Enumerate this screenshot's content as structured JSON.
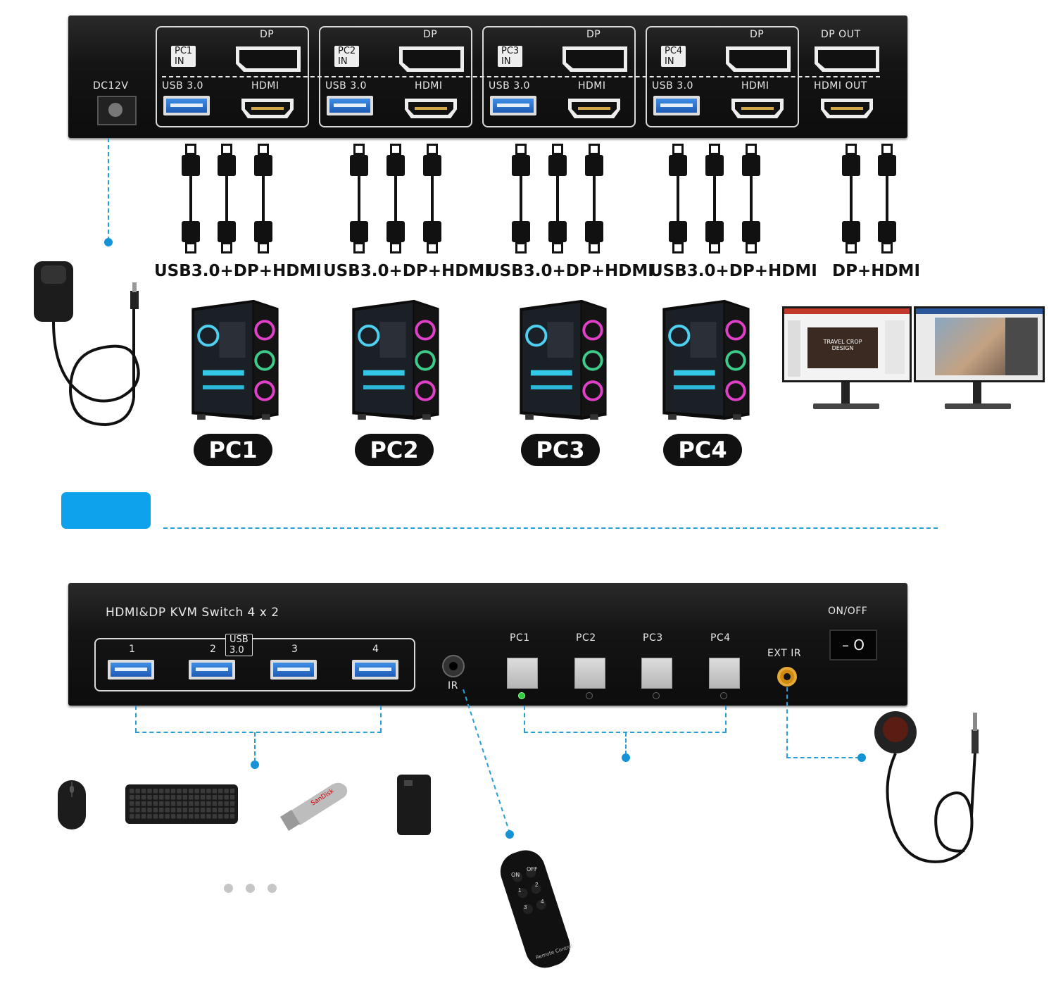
{
  "rear_panel": {
    "power_label": "DC12V",
    "groups": [
      {
        "in_label": "PC1 IN",
        "dp": "DP",
        "usb": "USB 3.0",
        "hdmi": "HDMI"
      },
      {
        "in_label": "PC2 IN",
        "dp": "DP",
        "usb": "USB 3.0",
        "hdmi": "HDMI"
      },
      {
        "in_label": "PC3 IN",
        "dp": "DP",
        "usb": "USB 3.0",
        "hdmi": "HDMI"
      },
      {
        "in_label": "PC4 IN",
        "dp": "DP",
        "usb": "USB 3.0",
        "hdmi": "HDMI"
      }
    ],
    "out": {
      "dp": "DP OUT",
      "hdmi": "HDMI OUT"
    }
  },
  "cable_captions": [
    "USB3.0+DP+HDMI",
    "USB3.0+DP+HDMI",
    "USB3.0+DP+HDMI",
    "USB3.0+DP+HDMI",
    "DP+HDMI"
  ],
  "computers": [
    "PC1",
    "PC2",
    "PC3",
    "PC4"
  ],
  "monitor_slide_text": "TRAVEL CROP DESIGN",
  "front_panel": {
    "title": "HDMI&DP KVM Switch 4 x 2",
    "usb_group_label": "USB 3.0",
    "usb_ports": [
      "1",
      "2",
      "3",
      "4"
    ],
    "ir_label": "IR",
    "pc_buttons": [
      "PC1",
      "PC2",
      "PC3",
      "PC4"
    ],
    "active_pc": "PC1",
    "ext_ir_label": "EXT IR",
    "power_label": "ON/OFF",
    "switch_text": "– O"
  },
  "remote": {
    "on": "ON",
    "off": "OFF",
    "keys": [
      "1",
      "2",
      "3",
      "4"
    ],
    "footer": "Remote Control"
  },
  "usb_drive_brand": "SanDisk",
  "colors": {
    "accent": "#0ea1ec",
    "panel": "#141414",
    "led_active": "#2ecc40"
  }
}
